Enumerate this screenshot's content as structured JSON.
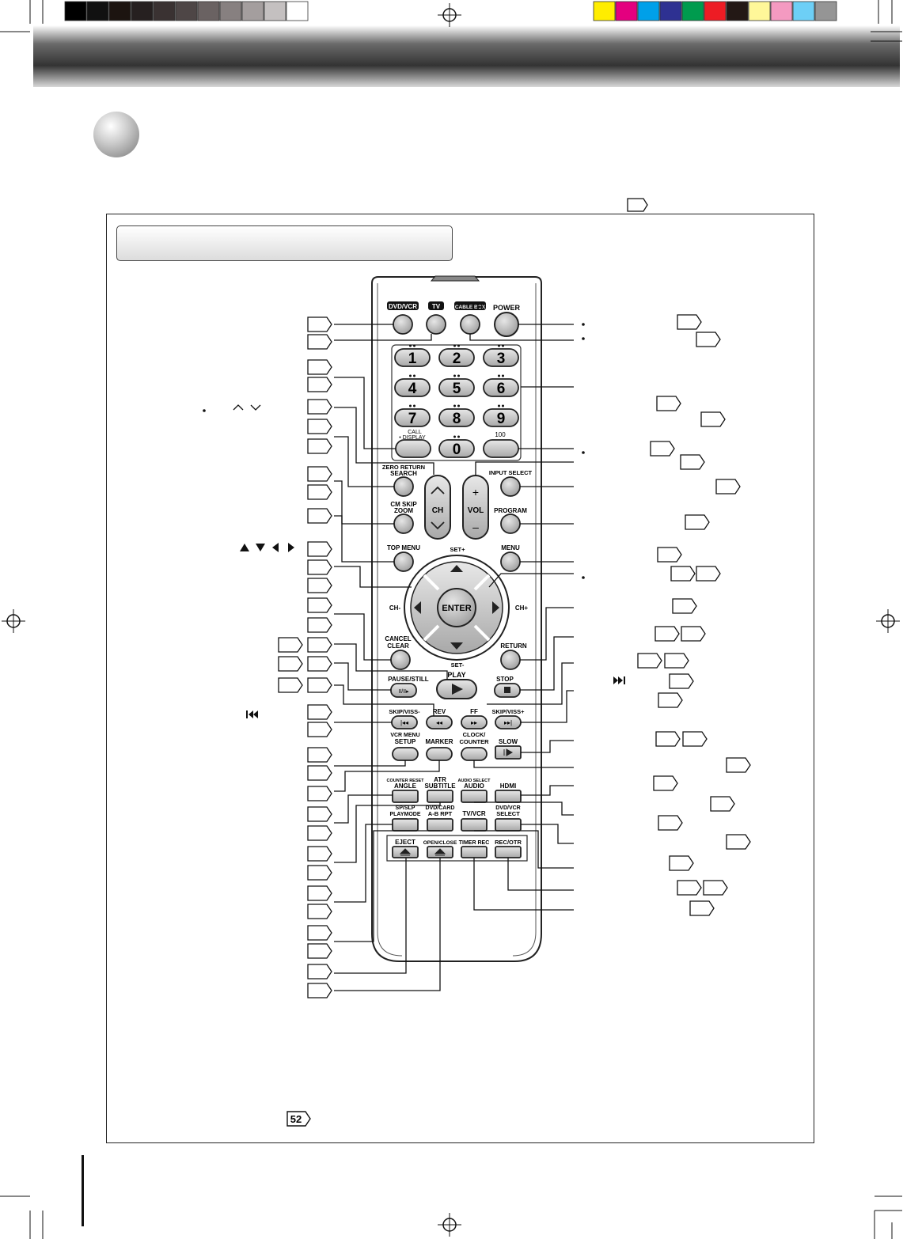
{
  "remote": {
    "top_buttons": [
      {
        "label": "DVD/VCR",
        "name": "dvd-vcr"
      },
      {
        "label": "TV",
        "name": "tv"
      },
      {
        "label": "CABLE BOX",
        "name": "cable-box"
      },
      {
        "label": "POWER",
        "name": "power"
      }
    ],
    "numbers": [
      "1",
      "2",
      "3",
      "4",
      "5",
      "6",
      "7",
      "8",
      "9",
      "0"
    ],
    "call_display": "CALL\nDISPLAY",
    "hundred": "100",
    "zero_return": "ZERO RETURN",
    "search": "SEARCH",
    "cm_skip": "CM SKIP",
    "zoom": "ZOOM",
    "top_menu": "TOP MENU",
    "ch": "CH",
    "vol": "VOL",
    "input_select": "INPUT SELECT",
    "program": "PROGRAM",
    "menu": "MENU",
    "set_plus": "SET+",
    "set_minus": "SET-",
    "ch_minus": "CH-",
    "ch_plus": "CH+",
    "enter": "ENTER",
    "cancel": "CANCEL",
    "clear": "CLEAR",
    "return": "RETURN",
    "pause_still": "PAUSE/STILL",
    "play": "PLAY",
    "stop": "STOP",
    "skip_minus": "SKIP/VISS-",
    "rev": "REV",
    "ff": "FF",
    "skip_plus": "SKIP/VISS+",
    "vcr_menu": "VCR MENU",
    "setup": "SETUP",
    "marker": "MARKER",
    "clock": "CLOCK/",
    "counter": "COUNTER",
    "slow": "SLOW",
    "counter_reset": "COUNTER RESET",
    "angle": "ANGLE",
    "atr": "ATR",
    "subtitle": "SUBTITLE",
    "audio_select": "AUDIO SELECT",
    "audio": "AUDIO",
    "hdmi": "HDMI",
    "sp_slp": "SP/SLP",
    "playmode": "PLAYMODE",
    "dvd_card": "DVD/CARD",
    "ab_rpt": "A-B RPT",
    "tv_vcr": "TV/VCR",
    "dvd_vcr2": "DVD/VCR",
    "select": "SELECT",
    "eject": "EJECT",
    "open_close": "OPEN/CLOSE",
    "timer_rec": "TIMER REC",
    "rec_otr": "REC/OTR"
  },
  "page_ref": "52",
  "colors": {
    "button_fill": "#c8c8c8",
    "remote_body": "#ffffff",
    "outline": "#222222"
  }
}
